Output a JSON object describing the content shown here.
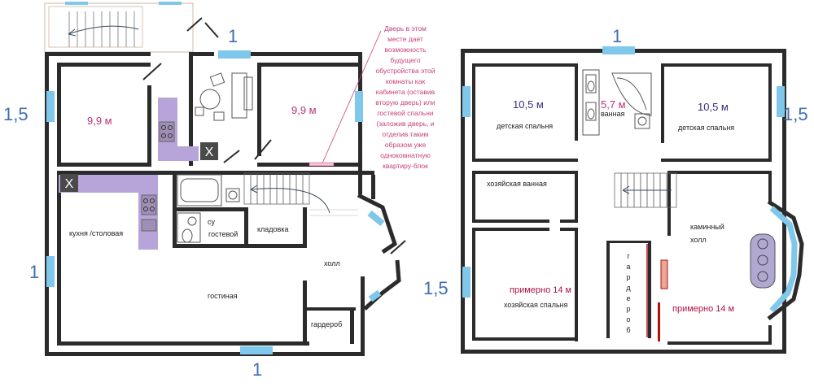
{
  "dimensions": {
    "left_top": "1",
    "left_side_upper": "1,5",
    "left_side_lower": "1",
    "left_bottom": "1",
    "right_top": "1",
    "right_side_upper": "1,5",
    "right_side_lower": "1,5"
  },
  "floor1": {
    "room_left_area": "9,9 м",
    "room_right_area": "9,9 м",
    "kitchen_label": "кухня /столовая",
    "living_label": "гостиная",
    "bath_label_line1": "су",
    "bath_label_line2": "гостевой",
    "pantry_label": "кладовка",
    "hall_label": "холл",
    "wardrobe_label": "гардероб",
    "x_mark": "X",
    "note_lines": [
      "Дверь в этом",
      "месте дает",
      "возможность",
      "будущего",
      "обустройства этой",
      "комнаты как",
      "кабинета (оставив",
      "вторую дверь) или",
      "гостевой спальни",
      "(заложив дверь, и",
      "отделив таким",
      "образом уже",
      "однокомнатную",
      "квартиру-блок"
    ]
  },
  "floor2": {
    "left_bedroom_area": "10,5 м",
    "left_bedroom_label": "детская спальня",
    "bath_area": "5,7 м",
    "bath_label": "ванная",
    "right_bedroom_area": "10,5 м",
    "right_bedroom_label": "детская спальня",
    "master_bath_label": "хозяйская ванная",
    "fireplace_hall_line1": "каминный",
    "fireplace_hall_line2": "холл",
    "master_area": "примерно 14 м",
    "master_label": "хозяйская спальня",
    "wardrobe_vertical": [
      "г",
      "а",
      "р",
      "д",
      "е",
      "р",
      "о",
      "б"
    ],
    "hall_area": "примерно 14 м"
  },
  "colors": {
    "wall": "#2b2b2b",
    "window": "#7fc8ec",
    "kitchen": "#b7a4d8",
    "stairs": "#555555",
    "note": "#c8407a",
    "arrow": "#3a4a60"
  }
}
